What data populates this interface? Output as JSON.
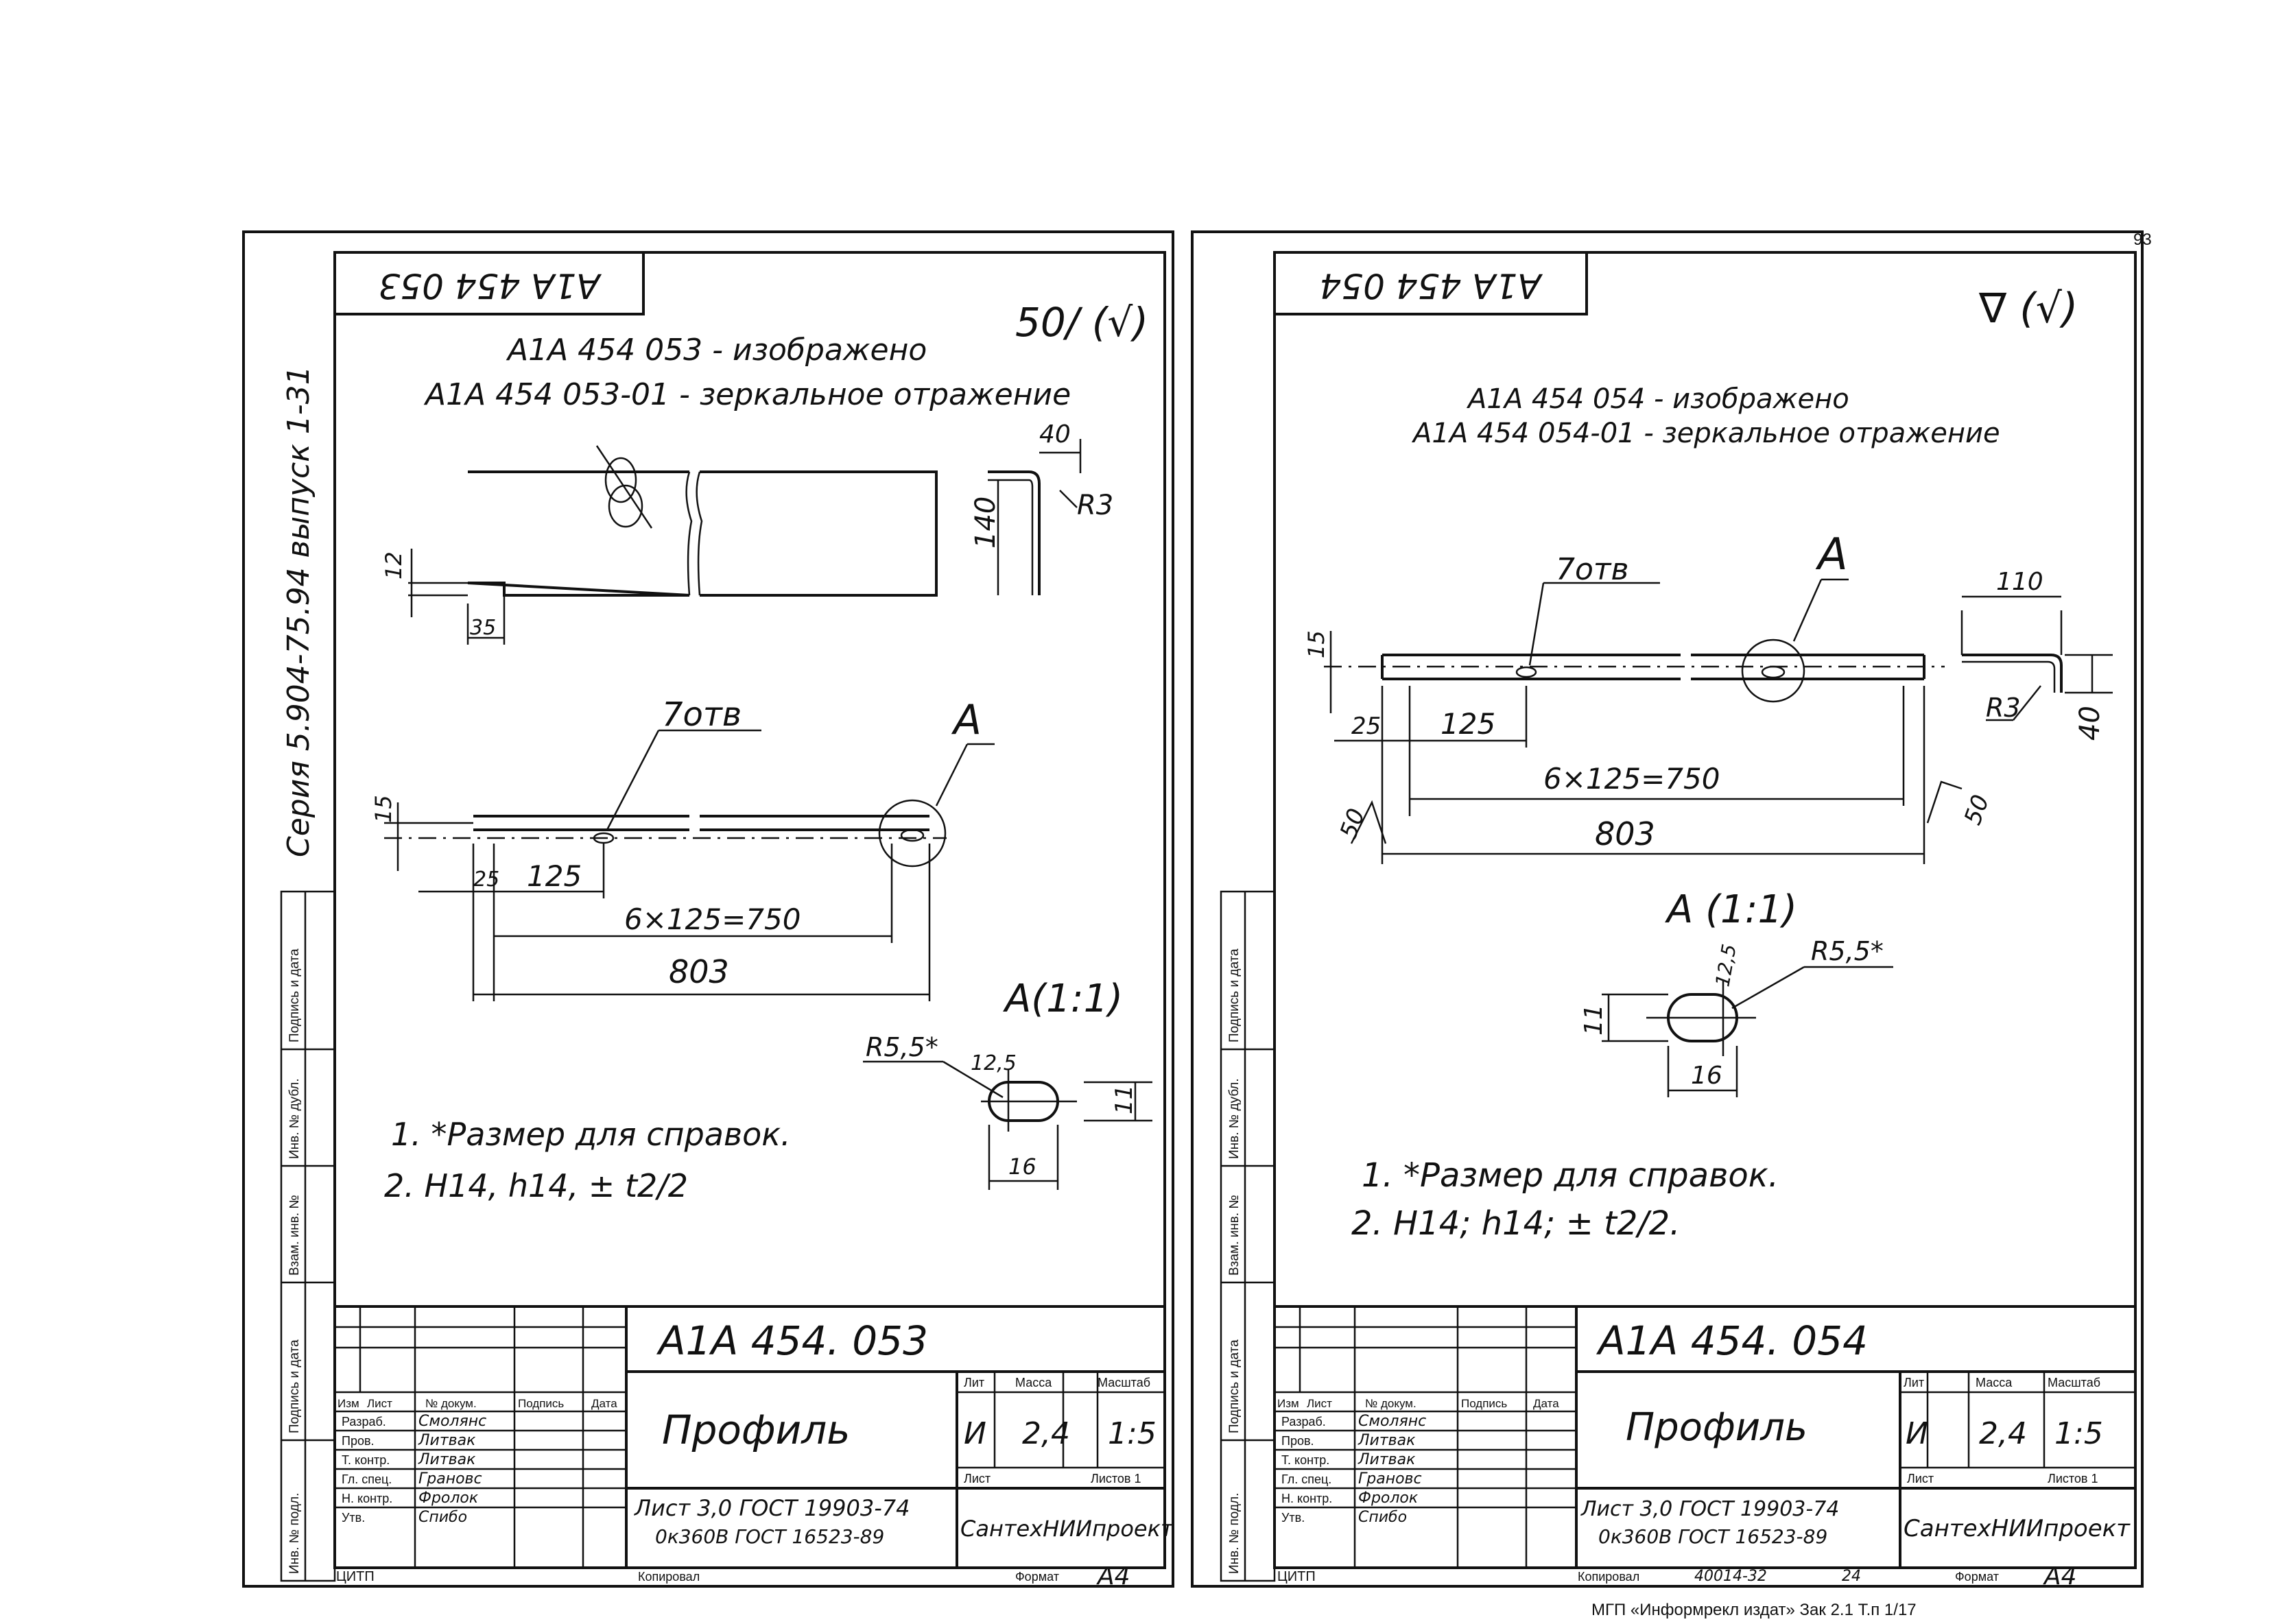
{
  "series_label": "Серия 5.904-75.94  выпуск 1-31",
  "footer": "МГП «Информрекл издат»  Зак 2.1  Т.п 1/17",
  "page_number": "93",
  "side_labels": [
    "Подпись и дата",
    "Инв. № дубл.",
    "Взам. инв. №",
    "Подпись и дата",
    "Инв. № подл."
  ],
  "sheets": [
    {
      "stamp_code": "А1А 454 053",
      "roughness": "50/ (√)",
      "title_line1": "А1А 454 053 - изображено",
      "title_line2": "А1А 454 053-01 - зеркальное отражение",
      "dims": {
        "top_width": "40",
        "height": "140",
        "radius": "R3",
        "notch_h": "12",
        "notch_w": "35",
        "holes": "7отв",
        "view": "А",
        "d15": "15",
        "d25": "25",
        "d125": "125",
        "pitch": "6×125=750",
        "total": "803",
        "detail": "А(1:1)",
        "r55": "R5,5*",
        "d125b": "12,5",
        "d11": "11",
        "d16": "16"
      },
      "note1": "1. *Размер для справок.",
      "note2": "2. Н14, h14, ± t2/2",
      "designation": "А1А 454. 053",
      "name": "Профиль",
      "lit_header": "Лит",
      "mass_header": "Масса",
      "scale_header": "Масштаб",
      "lit": "И",
      "mass": "2,4",
      "scale": "1:5",
      "sheet_label": "Лист",
      "sheets_label": "Листов 1",
      "rows_hdr": [
        "Изм",
        "Лист",
        "№ докум.",
        "Подпись",
        "Дата"
      ],
      "roles": [
        "Разраб.",
        "Пров.",
        "Т. контр.",
        "Гл. спец.",
        "Н. контр.",
        "Утв."
      ],
      "names": [
        "Смолянс",
        "Литвак",
        "Литвак",
        "Грановс",
        "Фролок",
        "Спибо"
      ],
      "material1": "Лист 3,0 ГОСТ 19903-74",
      "material2": "0к360В ГОСТ 16523-89",
      "org": "СантехНИИпроект",
      "tsitp": "ЦИТП",
      "copied": "Копировал",
      "format_label": "Формат",
      "format": "А4"
    },
    {
      "stamp_code": "А1А 454 054",
      "roughness": "∇ (√)",
      "title_line1": "А1А 454 054 - изображено",
      "title_line2": "А1А 454 054-01 - зеркальное отражение",
      "dims": {
        "holes": "7отв",
        "view": "А",
        "d15": "15",
        "d25": "25",
        "d125": "125",
        "pitch": "6×125=750",
        "total": "803",
        "r50a": "50",
        "r50b": "50",
        "top_width": "110",
        "radius": "R3",
        "height": "40",
        "detail": "А (1:1)",
        "r55": "R5,5*",
        "d125b": "12,5",
        "d11": "11",
        "d16": "16"
      },
      "note1": "1. *Размер для справок.",
      "note2": "2. Н14; h14; ± t2/2.",
      "designation": "А1А 454. 054",
      "name": "Профиль",
      "lit_header": "Лит",
      "mass_header": "Масса",
      "scale_header": "Масштаб",
      "lit": "И",
      "mass": "2,4",
      "scale": "1:5",
      "sheet_label": "Лист",
      "sheets_label": "Листов 1",
      "rows_hdr": [
        "Изм",
        "Лист",
        "№ докум.",
        "Подпись",
        "Дата"
      ],
      "roles": [
        "Разраб.",
        "Пров.",
        "Т. контр.",
        "Гл. спец.",
        "Н. контр.",
        "Утв."
      ],
      "names": [
        "Смолянс",
        "Литвак",
        "Литвак",
        "Грановс",
        "Фролок",
        "Спибо"
      ],
      "material1": "Лист 3,0 ГОСТ 19903-74",
      "material2": "0к360В ГОСТ 16523-89",
      "org": "СантехНИИпроект",
      "tsitp": "ЦИТП",
      "copied": "Копировал",
      "copy_no": "40014-32",
      "copy_sheet": "24",
      "format_label": "Формат",
      "format": "А4"
    }
  ]
}
